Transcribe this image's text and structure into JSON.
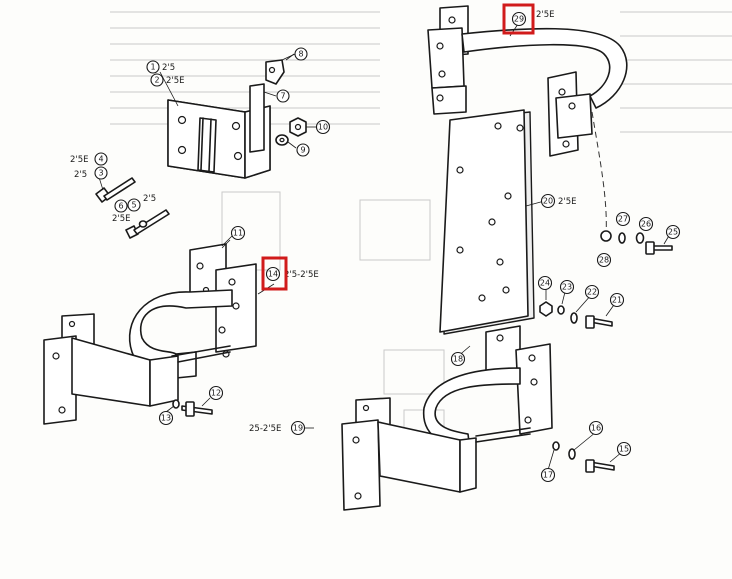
{
  "callouts": {
    "c1": "1",
    "c2": "2",
    "c3": "3",
    "c4": "4",
    "c5": "5",
    "c6": "6",
    "c7": "7",
    "c8": "8",
    "c9": "9",
    "c10": "10",
    "c11": "11",
    "c12": "12",
    "c13": "13",
    "c14": "14",
    "c15": "15",
    "c16": "16",
    "c17": "17",
    "c18": "18",
    "c19": "19",
    "c20": "20",
    "c21": "21",
    "c22": "22",
    "c23": "23",
    "c24": "24",
    "c25": "25",
    "c26": "26",
    "c27": "27",
    "c28": "28",
    "c29": "29"
  },
  "labels": {
    "l1": "2'5",
    "l2": "2'5E",
    "l4": "2'5E",
    "l3": "2'5",
    "l5": "2'5",
    "l6": "2'5E",
    "l14": "2'5-2'5E",
    "l19": "25-2'5E",
    "l20": "2'5E",
    "l29": "2'5E"
  },
  "highlights": [
    "14",
    "29"
  ],
  "colors": {
    "highlight": "#d11b1b",
    "ink": "#1a1a1a",
    "ghost": "#c8c8c8"
  }
}
